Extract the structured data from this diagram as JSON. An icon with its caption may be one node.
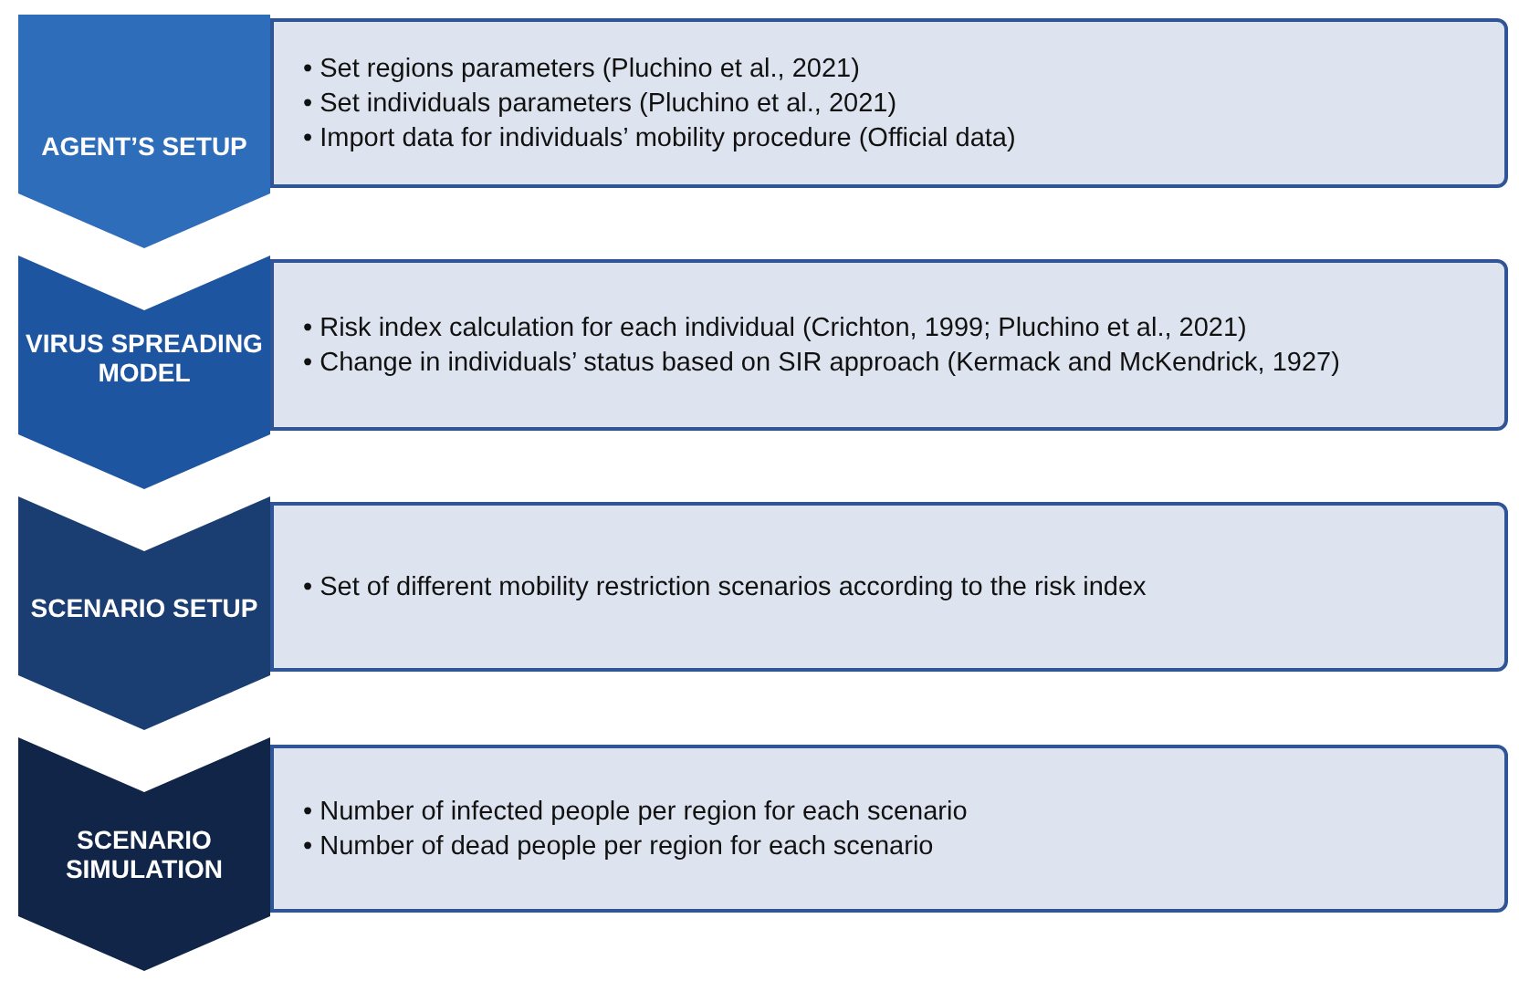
{
  "diagram": {
    "nodes": [
      {
        "text": [
          "AGENT’S SETUP"
        ]
      },
      {
        "text": [
          "• Set regions parameters (Pluchino et al., 2021)",
          "• Set individuals parameters (Pluchino et al., 2021)",
          "• Import data for individuals’ mobility procedure (Official data)"
        ]
      },
      {
        "text": [
          "VIRUS SPREADING MODEL"
        ]
      },
      {
        "text": [
          "• Risk index calculation for each individual (Crichton, 1999; Pluchino et al., 2021)",
          "• Change in individuals’ status based on SIR approach (Kermack and McKendrick, 1927)"
        ]
      },
      {
        "text": [
          "SCENARIO SETUP"
        ]
      },
      {
        "text": [
          "• Set of different mobility restriction scenarios according to the risk index"
        ]
      },
      {
        "text": [
          "SCENARIO SIMULATION"
        ]
      },
      {
        "text": [
          "• Number of infected people per region for each scenario",
          "• Number of dead people per region for each scenario"
        ]
      }
    ]
  }
}
